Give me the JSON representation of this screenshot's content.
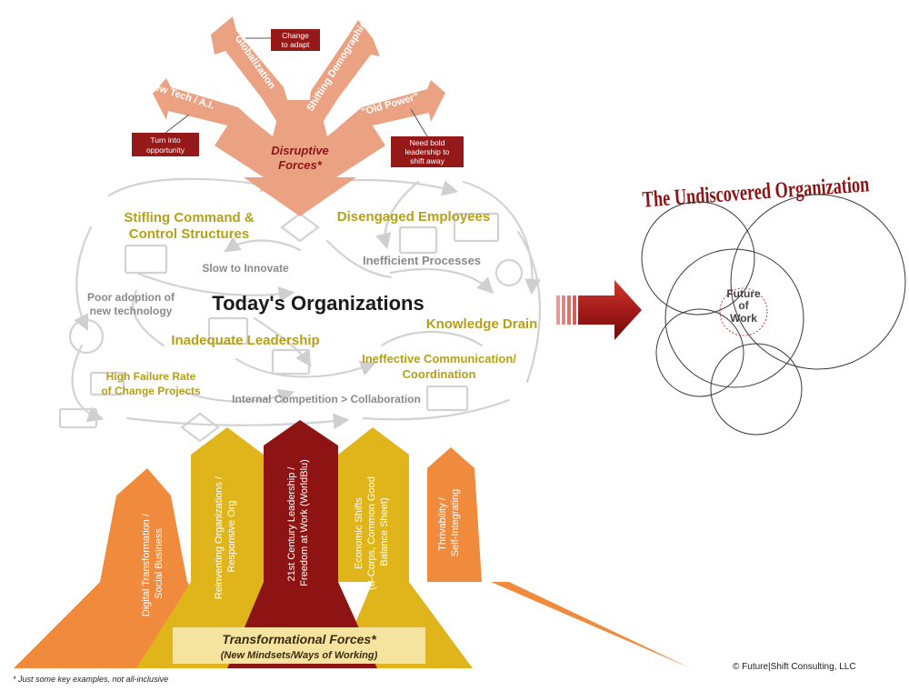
{
  "disruptive": {
    "center_line1": "Disruptive",
    "center_line2": "Forces*",
    "arrows": [
      "New Tech / A.I.",
      "Globalization",
      "Shifting Demographics",
      "\"Old Power\""
    ],
    "callout_change_line1": "Change",
    "callout_change_line2": "to adapt",
    "callout_opportunity_line1": "Turn into",
    "callout_opportunity_line2": "opportunity",
    "callout_bold_line1": "Need bold",
    "callout_bold_line2": "leadership to",
    "callout_bold_line3": "shift away"
  },
  "today": {
    "title": "Today's Organizations",
    "stifling_line1": "Stifling Command &",
    "stifling_line2": "Control Structures",
    "disengaged": "Disengaged Employees",
    "slow": "Slow to Innovate",
    "inefficient": "Inefficient Processes",
    "poor_line1": "Poor adoption of",
    "poor_line2": "new technology",
    "knowledge": "Knowledge Drain",
    "inadequate": "Inadequate Leadership",
    "ineffective_line1": "Ineffective Communication/",
    "ineffective_line2": "Coordination",
    "failure_line1": "High Failure Rate",
    "failure_line2": "of Change Projects",
    "internal": "Internal Competition > Collaboration"
  },
  "transformational": {
    "label_line1": "Transformational Forces*",
    "label_line2": "(New Mindsets/Ways of Working)",
    "pillars": [
      {
        "line1": "Digital Transformation /",
        "line2": "Social Business",
        "line3": ""
      },
      {
        "line1": "Reinventing Organizations /",
        "line2": "Responsive Org",
        "line3": ""
      },
      {
        "line1": "21st Century Leadership /",
        "line2": "Freedom at Work (WorldBlu)",
        "line3": ""
      },
      {
        "line1": "Economic Shifts",
        "line2": "(B-Corps, Common Good",
        "line3": "Balance Sheet)"
      },
      {
        "line1": "Thrivability /",
        "line2": "Self-Integrating",
        "line3": ""
      }
    ]
  },
  "undiscovered": {
    "title": "The Undiscovered Organization",
    "future_line1": "Future",
    "future_line2": "of",
    "future_line3": "Work"
  },
  "footnote": "* Just some key examples, not all-inclusive",
  "copyright": "© Future|Shift Consulting, LLC",
  "colors": {
    "salmon": "#eba283",
    "dark_red": "#961919",
    "gold": "#b5a019",
    "gray_text": "#8a8a8a",
    "orange": "#f08a3c",
    "yellow": "#e0b51c",
    "crimson": "#8e1414",
    "beige": "#f5e4a0"
  }
}
